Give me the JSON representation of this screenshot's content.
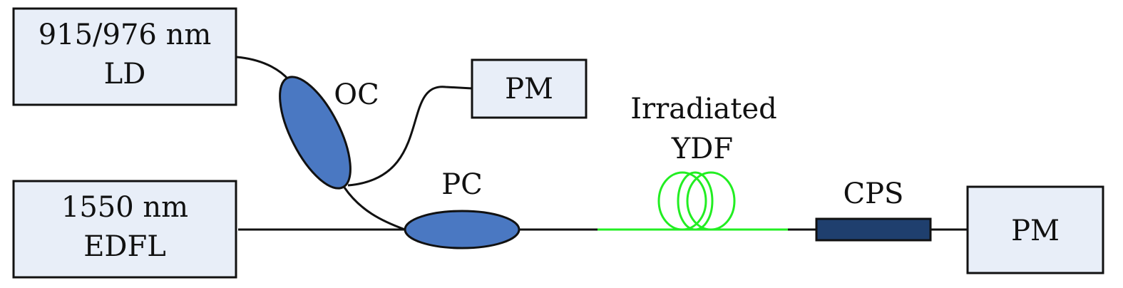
{
  "diagram": {
    "ld_box": {
      "line1": "915/976 nm",
      "line2": "LD"
    },
    "edfl_box": {
      "line1": "1550 nm",
      "line2": "EDFL"
    },
    "pm_top": {
      "label": "PM"
    },
    "pm_right": {
      "label": "PM"
    },
    "oc": {
      "label": "OC"
    },
    "pc": {
      "label": "PC"
    },
    "ydf": {
      "line1": "Irradiated",
      "line2": "YDF"
    },
    "cps": {
      "label": "CPS"
    }
  },
  "colors": {
    "box_fill": "#e8eef8",
    "component_fill": "#4a78c2",
    "cps_fill": "#1f3f6e",
    "fiber_green": "#22ee22",
    "fiber_black": "#111111"
  }
}
